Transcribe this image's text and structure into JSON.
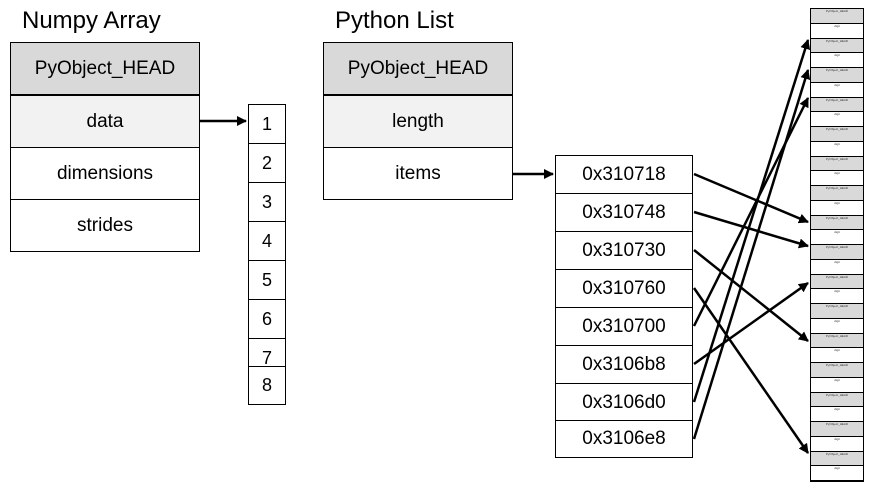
{
  "numpy": {
    "title": "Numpy Array",
    "rows": [
      "PyObject_HEAD",
      "data",
      "dimensions",
      "strides"
    ],
    "data_buffer": [
      "1",
      "2",
      "3",
      "4",
      "5",
      "6",
      "7",
      "8"
    ]
  },
  "pylist": {
    "title": "Python List",
    "rows": [
      "PyObject_HEAD",
      "length",
      "items"
    ],
    "pointers": [
      "0x310718",
      "0x310748",
      "0x310730",
      "0x310760",
      "0x310700",
      "0x3106b8",
      "0x3106d0",
      "0x3106e8"
    ]
  },
  "objects": {
    "header_label": "PyObject_HEAD",
    "digit_label": "digit"
  }
}
